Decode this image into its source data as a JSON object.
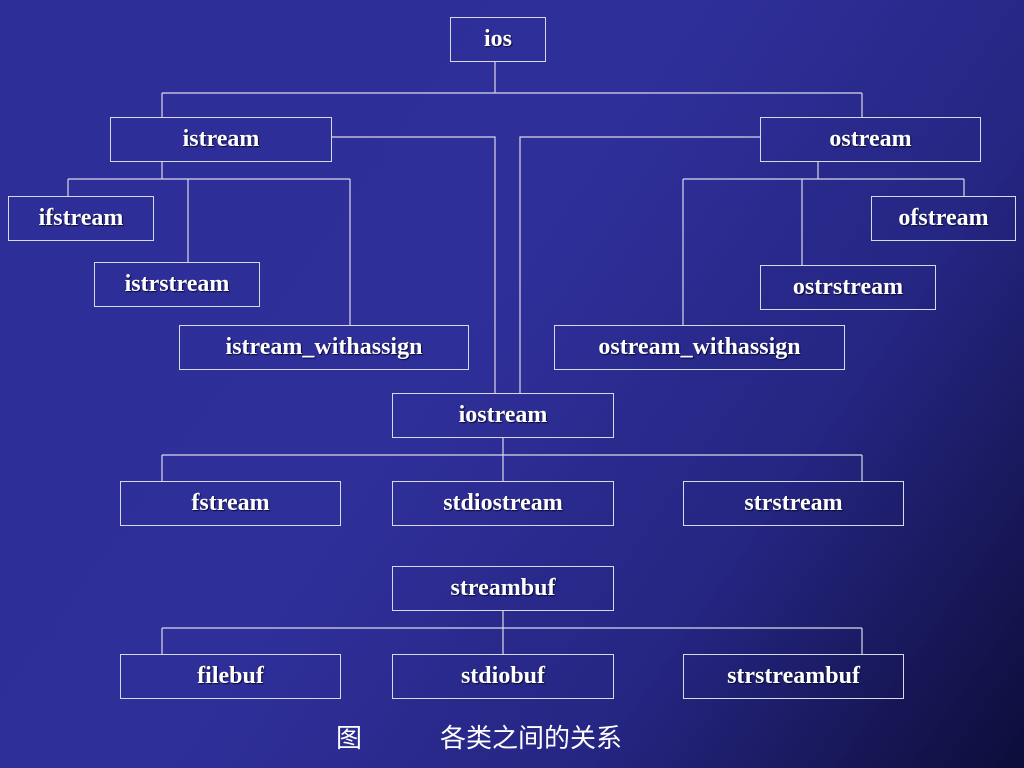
{
  "diagram": {
    "nodes": {
      "ios": "ios",
      "istream": "istream",
      "ostream": "ostream",
      "ifstream": "ifstream",
      "istrstream": "istrstream",
      "istream_withassign": "istream_withassign",
      "ofstream": "ofstream",
      "ostrstream": "ostrstream",
      "ostream_withassign": "ostream_withassign",
      "iostream": "iostream",
      "fstream": "fstream",
      "stdiostream": "stdiostream",
      "strstream": "strstream",
      "streambuf": "streambuf",
      "filebuf": "filebuf",
      "stdiobuf": "stdiobuf",
      "strstreambuf": "strstreambuf"
    },
    "edges": [
      [
        "ios",
        "istream"
      ],
      [
        "ios",
        "ostream"
      ],
      [
        "istream",
        "ifstream"
      ],
      [
        "istream",
        "istrstream"
      ],
      [
        "istream",
        "istream_withassign"
      ],
      [
        "ostream",
        "ofstream"
      ],
      [
        "ostream",
        "ostrstream"
      ],
      [
        "ostream",
        "ostream_withassign"
      ],
      [
        "istream",
        "iostream"
      ],
      [
        "ostream",
        "iostream"
      ],
      [
        "iostream",
        "fstream"
      ],
      [
        "iostream",
        "stdiostream"
      ],
      [
        "iostream",
        "strstream"
      ],
      [
        "streambuf",
        "filebuf"
      ],
      [
        "streambuf",
        "stdiobuf"
      ],
      [
        "streambuf",
        "strstreambuf"
      ]
    ],
    "line_color": "#d8d8ea"
  },
  "caption": {
    "figure": "图",
    "text": "各类之间的关系"
  },
  "colors": {
    "background": "#2e2e98",
    "text": "#ffffff",
    "border": "#d8d8ea"
  }
}
